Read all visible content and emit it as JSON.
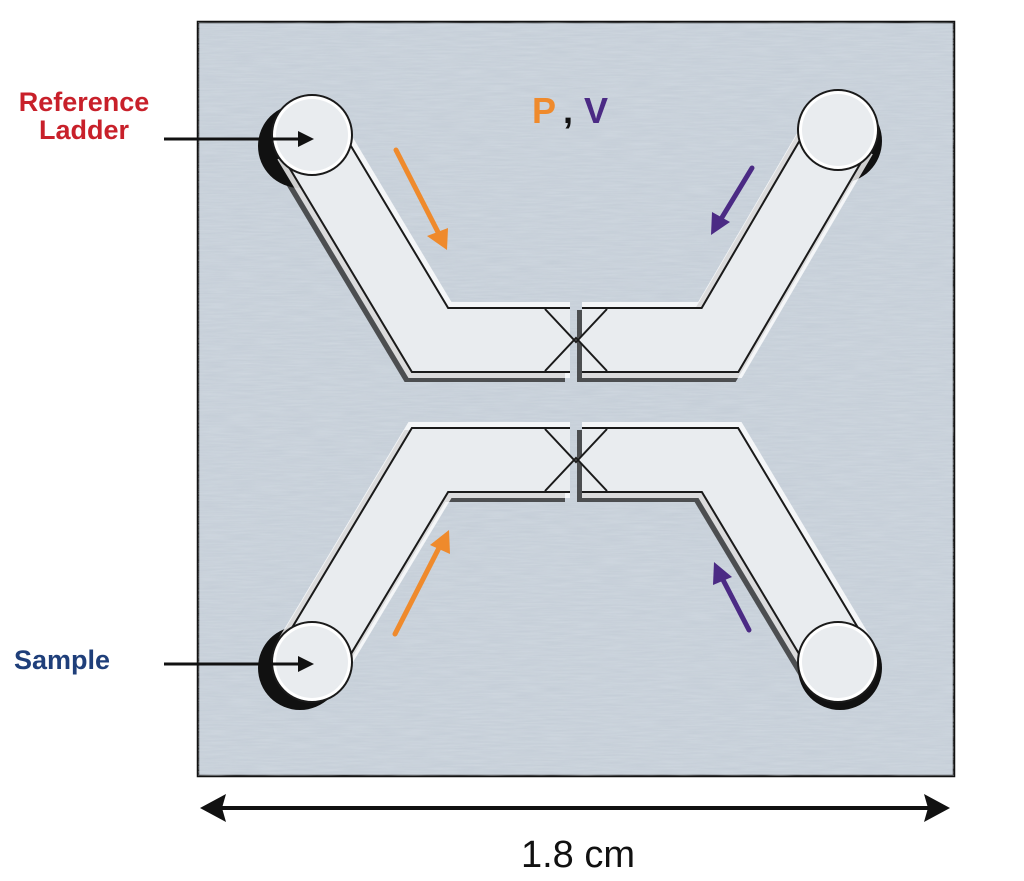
{
  "labels": {
    "reference_line1": "Reference",
    "reference_line2": "Ladder",
    "sample": "Sample",
    "param_p": "P",
    "param_separator": ",",
    "param_v": "V",
    "scale": "1.8 cm"
  },
  "colors": {
    "reference_text": "#c8202a",
    "sample_text": "#1f3f7a",
    "p_text": "#ef8a2c",
    "v_text": "#4b2a84",
    "arrow_orange": "#ef8a2c",
    "arrow_purple": "#4b2a84",
    "chip_fill": "#c3ccd6",
    "channel_fill": "#e9ecef",
    "outline": "#111111"
  }
}
